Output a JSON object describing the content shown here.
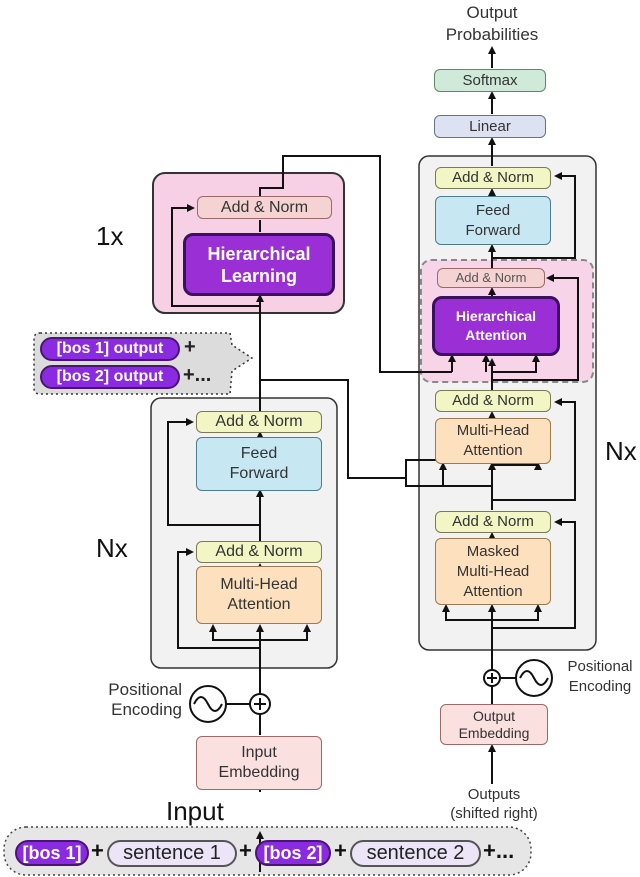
{
  "encoder": {
    "nx": "Nx",
    "add_norm_1": "Add & Norm",
    "feed_forward": "Feed\nForward",
    "add_norm_2": "Add & Norm",
    "multi_head": "Multi-Head\nAttention",
    "input_embedding": "Input\nEmbedding",
    "positional_encoding": "Positional\nEncoding",
    "input_label": "Input"
  },
  "hierarchical_block": {
    "repeat": "1x",
    "add_norm": "Add & Norm",
    "label": "Hierarchical\nLearning"
  },
  "bos_outputs": {
    "first": "[bos 1] output",
    "first_suffix": "+",
    "second": "[bos 2] output",
    "second_suffix": "+..."
  },
  "decoder": {
    "nx": "Nx",
    "add_norm_top": "Add & Norm",
    "feed_forward": "Feed\nForward",
    "hier_add_norm": "Add & Norm",
    "hier_attention": "Hierarchical\nAttention",
    "add_norm_mid": "Add & Norm",
    "multi_head": "Multi-Head\nAttention",
    "add_norm_bottom": "Add & Norm",
    "masked_multi_head": "Masked\nMulti-Head\nAttention",
    "output_embedding": "Output\nEmbedding",
    "positional_encoding": "Positional\nEncoding",
    "outputs_label": "Outputs\n(shifted right)",
    "linear": "Linear",
    "softmax": "Softmax",
    "output_probabilities": "Output\nProbabilities"
  },
  "input_sequence": {
    "tokens": [
      "[bos 1]",
      "sentence 1",
      "[bos 2]",
      "sentence 2"
    ],
    "plus": "+",
    "ellipsis": "+..."
  },
  "colors": {
    "add_norm": "#f2f5c4",
    "feed_forward": "#c7e8f3",
    "attention": "#fde0bd",
    "embedding": "#fbe0e0",
    "hierarchical": "#9a2fd6",
    "hier_bg": "#f7d0e6"
  }
}
